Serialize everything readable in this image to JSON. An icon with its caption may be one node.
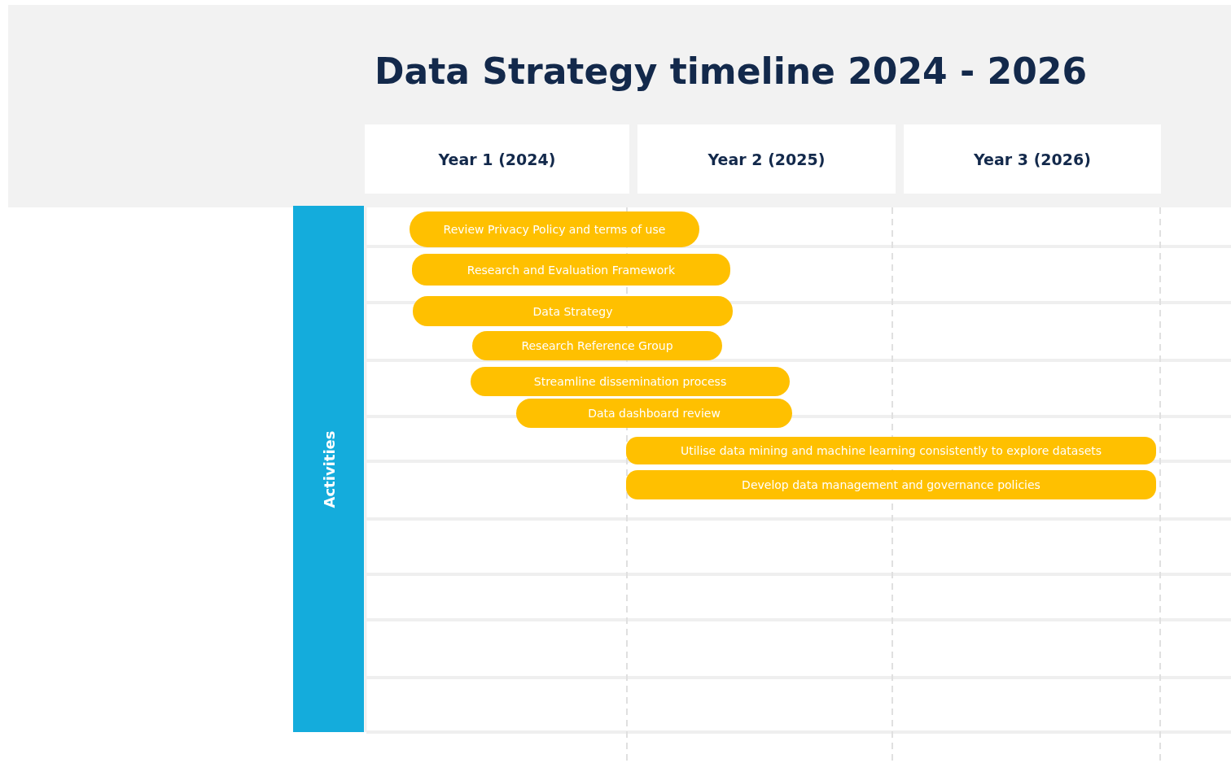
{
  "diagram": {
    "title": "Data Strategy timeline 2024 - 2026",
    "nodes": [
      {
        "text": [
          "Year 1 (2024)"
        ]
      },
      {
        "text": [
          "Year 2 (2025)"
        ]
      },
      {
        "text": [
          "Year 3 (2026)"
        ]
      },
      {
        "text": [
          "Activities"
        ]
      },
      {
        "text": [
          "Review Privacy Policy and terms of use"
        ]
      },
      {
        "text": [
          "Research and Evaluation Framework"
        ]
      },
      {
        "text": [
          "Data Strategy"
        ]
      },
      {
        "text": [
          "Research Reference Group"
        ]
      },
      {
        "text": [
          "Streamline dissemination process"
        ]
      },
      {
        "text": [
          "Data dashboard review"
        ]
      },
      {
        "text": [
          "Utilise data mining and machine learning consistently to explore datasets"
        ]
      },
      {
        "text": [
          "Develop data management and governance policies"
        ]
      }
    ]
  }
}
